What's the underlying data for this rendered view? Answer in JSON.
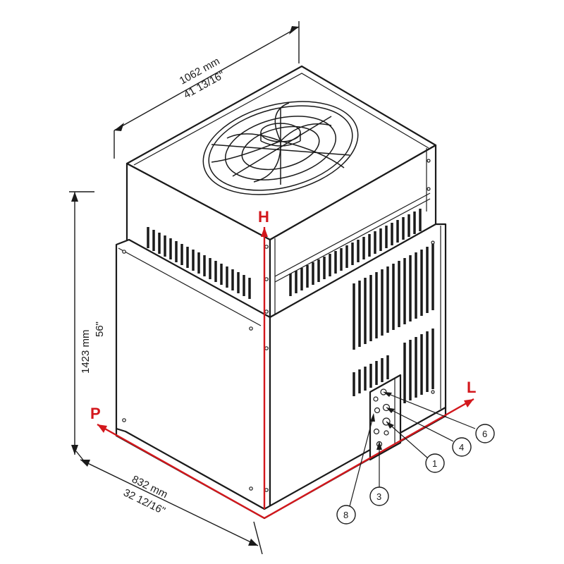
{
  "dimensions": {
    "width_mm": "1062 mm",
    "width_in": "41 13/16\"",
    "height_mm": "1423 mm",
    "height_in": "56\"",
    "depth_mm": "832 mm",
    "depth_in": "32 12/16\""
  },
  "axes": {
    "h": "H",
    "l": "L",
    "p": "P"
  },
  "callouts": [
    "6",
    "4",
    "1",
    "3",
    "8"
  ],
  "colors": {
    "axis_red": "#d3171c",
    "line": "#1a1a1a"
  },
  "icons": {
    "fan": "fan-icon"
  }
}
